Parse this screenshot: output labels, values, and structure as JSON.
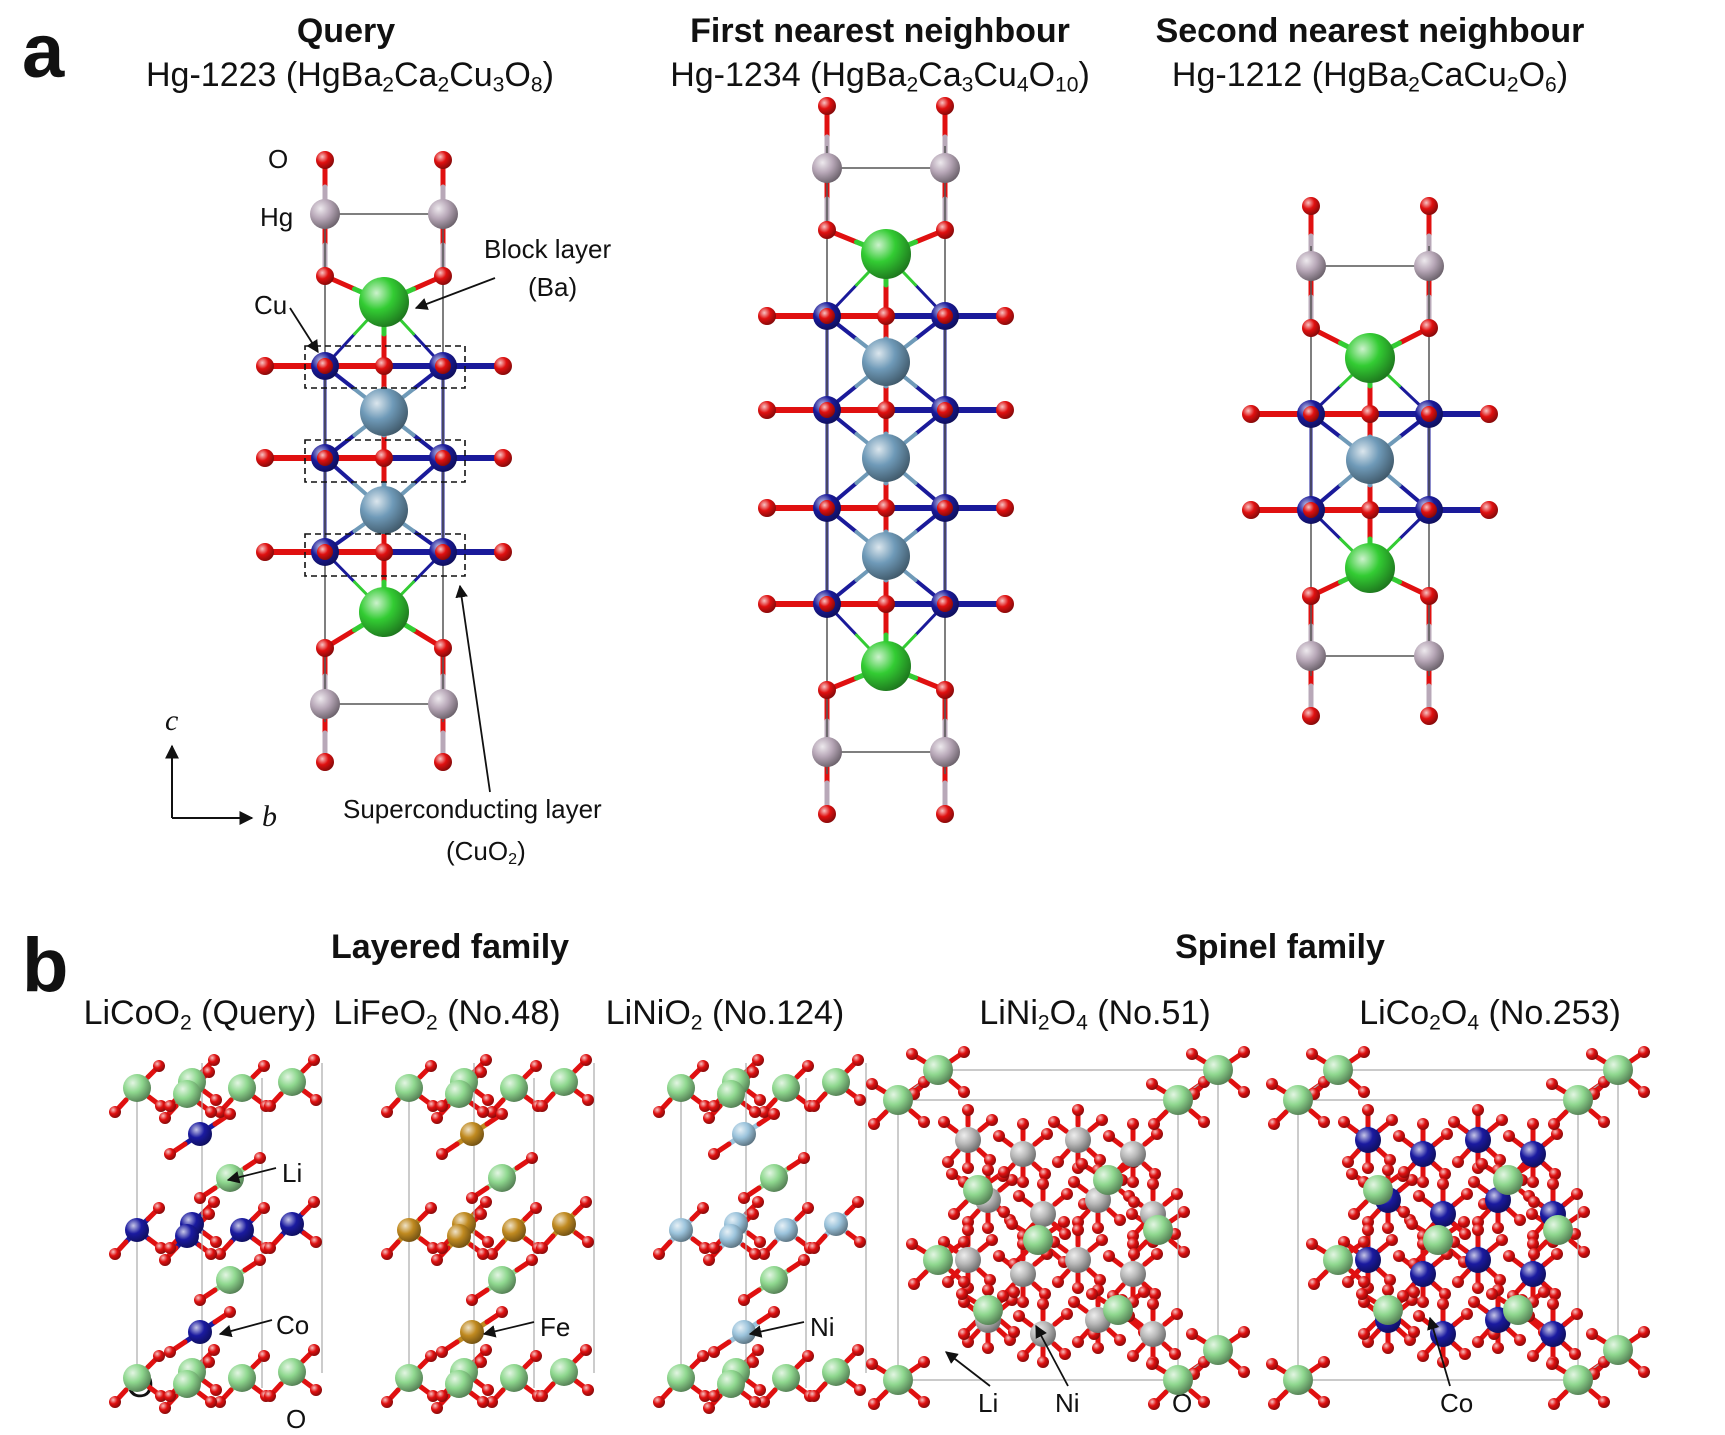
{
  "panel_a": {
    "letter": "a",
    "structures": [
      {
        "title": "Query",
        "name": "Hg-1223",
        "formula": [
          [
            "HgBa",
            ""
          ],
          [
            "2",
            ""
          ],
          [
            "Ca",
            ""
          ],
          [
            "2",
            ""
          ],
          [
            "Cu",
            ""
          ],
          [
            "3",
            ""
          ],
          [
            "O",
            ""
          ],
          [
            "8",
            ""
          ]
        ],
        "formula_parts": {
          "prefix": "Hg-1223 (HgBa",
          "s1": "2",
          "t1": "Ca",
          "s2": "2",
          "t2": "Cu",
          "s3": "3",
          "t3": "O",
          "s4": "8",
          "suffix": ")"
        }
      },
      {
        "title": "First nearest neighbour",
        "name": "Hg-1234",
        "formula_parts": {
          "prefix": "Hg-1234 (HgBa",
          "s1": "2",
          "t1": "Ca",
          "s2": "3",
          "t2": "Cu",
          "s3": "4",
          "t3": "O",
          "s4": "10",
          "suffix": ")"
        }
      },
      {
        "title": "Second nearest neighbour",
        "name": "Hg-1212",
        "formula_parts": {
          "prefix": "Hg-1212 (HgBa",
          "s1": "2",
          "t1": "CaCu",
          "s2": "2",
          "t2": "O",
          "s3": "6",
          "suffix": ")"
        }
      }
    ],
    "labels": {
      "oxygen": "O",
      "mercury": "Hg",
      "copper": "Cu",
      "block_layer_1": "Block layer",
      "block_layer_2": "(Ba)",
      "sc_layer_1": "Superconducting layer",
      "sc_layer_2_prefix": "(CuO",
      "sc_layer_2_sub": "2",
      "sc_layer_2_suffix": ")",
      "axis_c": "c",
      "axis_b": "b"
    }
  },
  "panel_b": {
    "letter": "b",
    "family_layered": "Layered family",
    "family_spinel": "Spinel family",
    "structures": [
      {
        "prefix": "LiCoO",
        "sub": "2",
        "suffix": " (Query)"
      },
      {
        "prefix": "LiFeO",
        "sub": "2",
        "suffix": " (No.48)"
      },
      {
        "prefix": "LiNiO",
        "sub": "2",
        "suffix": " (No.124)"
      },
      {
        "prefix": "LiNi",
        "sub": "2",
        "mid": "O",
        "sub2": "4",
        "suffix": " (No.51)"
      },
      {
        "prefix": "LiCo",
        "sub": "2",
        "mid": "O",
        "sub2": "4",
        "suffix": " (No.253)"
      }
    ],
    "labels": {
      "li": "Li",
      "co": "Co",
      "o_big": "O",
      "o_small": "O",
      "fe": "Fe",
      "ni": "Ni",
      "spinel_li": "Li",
      "spinel_ni": "Ni",
      "spinel_o": "O",
      "spinel_co": "Co"
    }
  },
  "colors": {
    "oxygen": "#e01010",
    "mercury": "#b8a8b8",
    "barium": "#33cc33",
    "calcium": "#6f9ab8",
    "copper": "#1a1a9a",
    "lithium": "#8fd88f",
    "cobalt": "#1a1aa0",
    "iron": "#c08a20",
    "nickel": "#9cc4dc",
    "spinel_nickel": "#b8b8b8"
  }
}
